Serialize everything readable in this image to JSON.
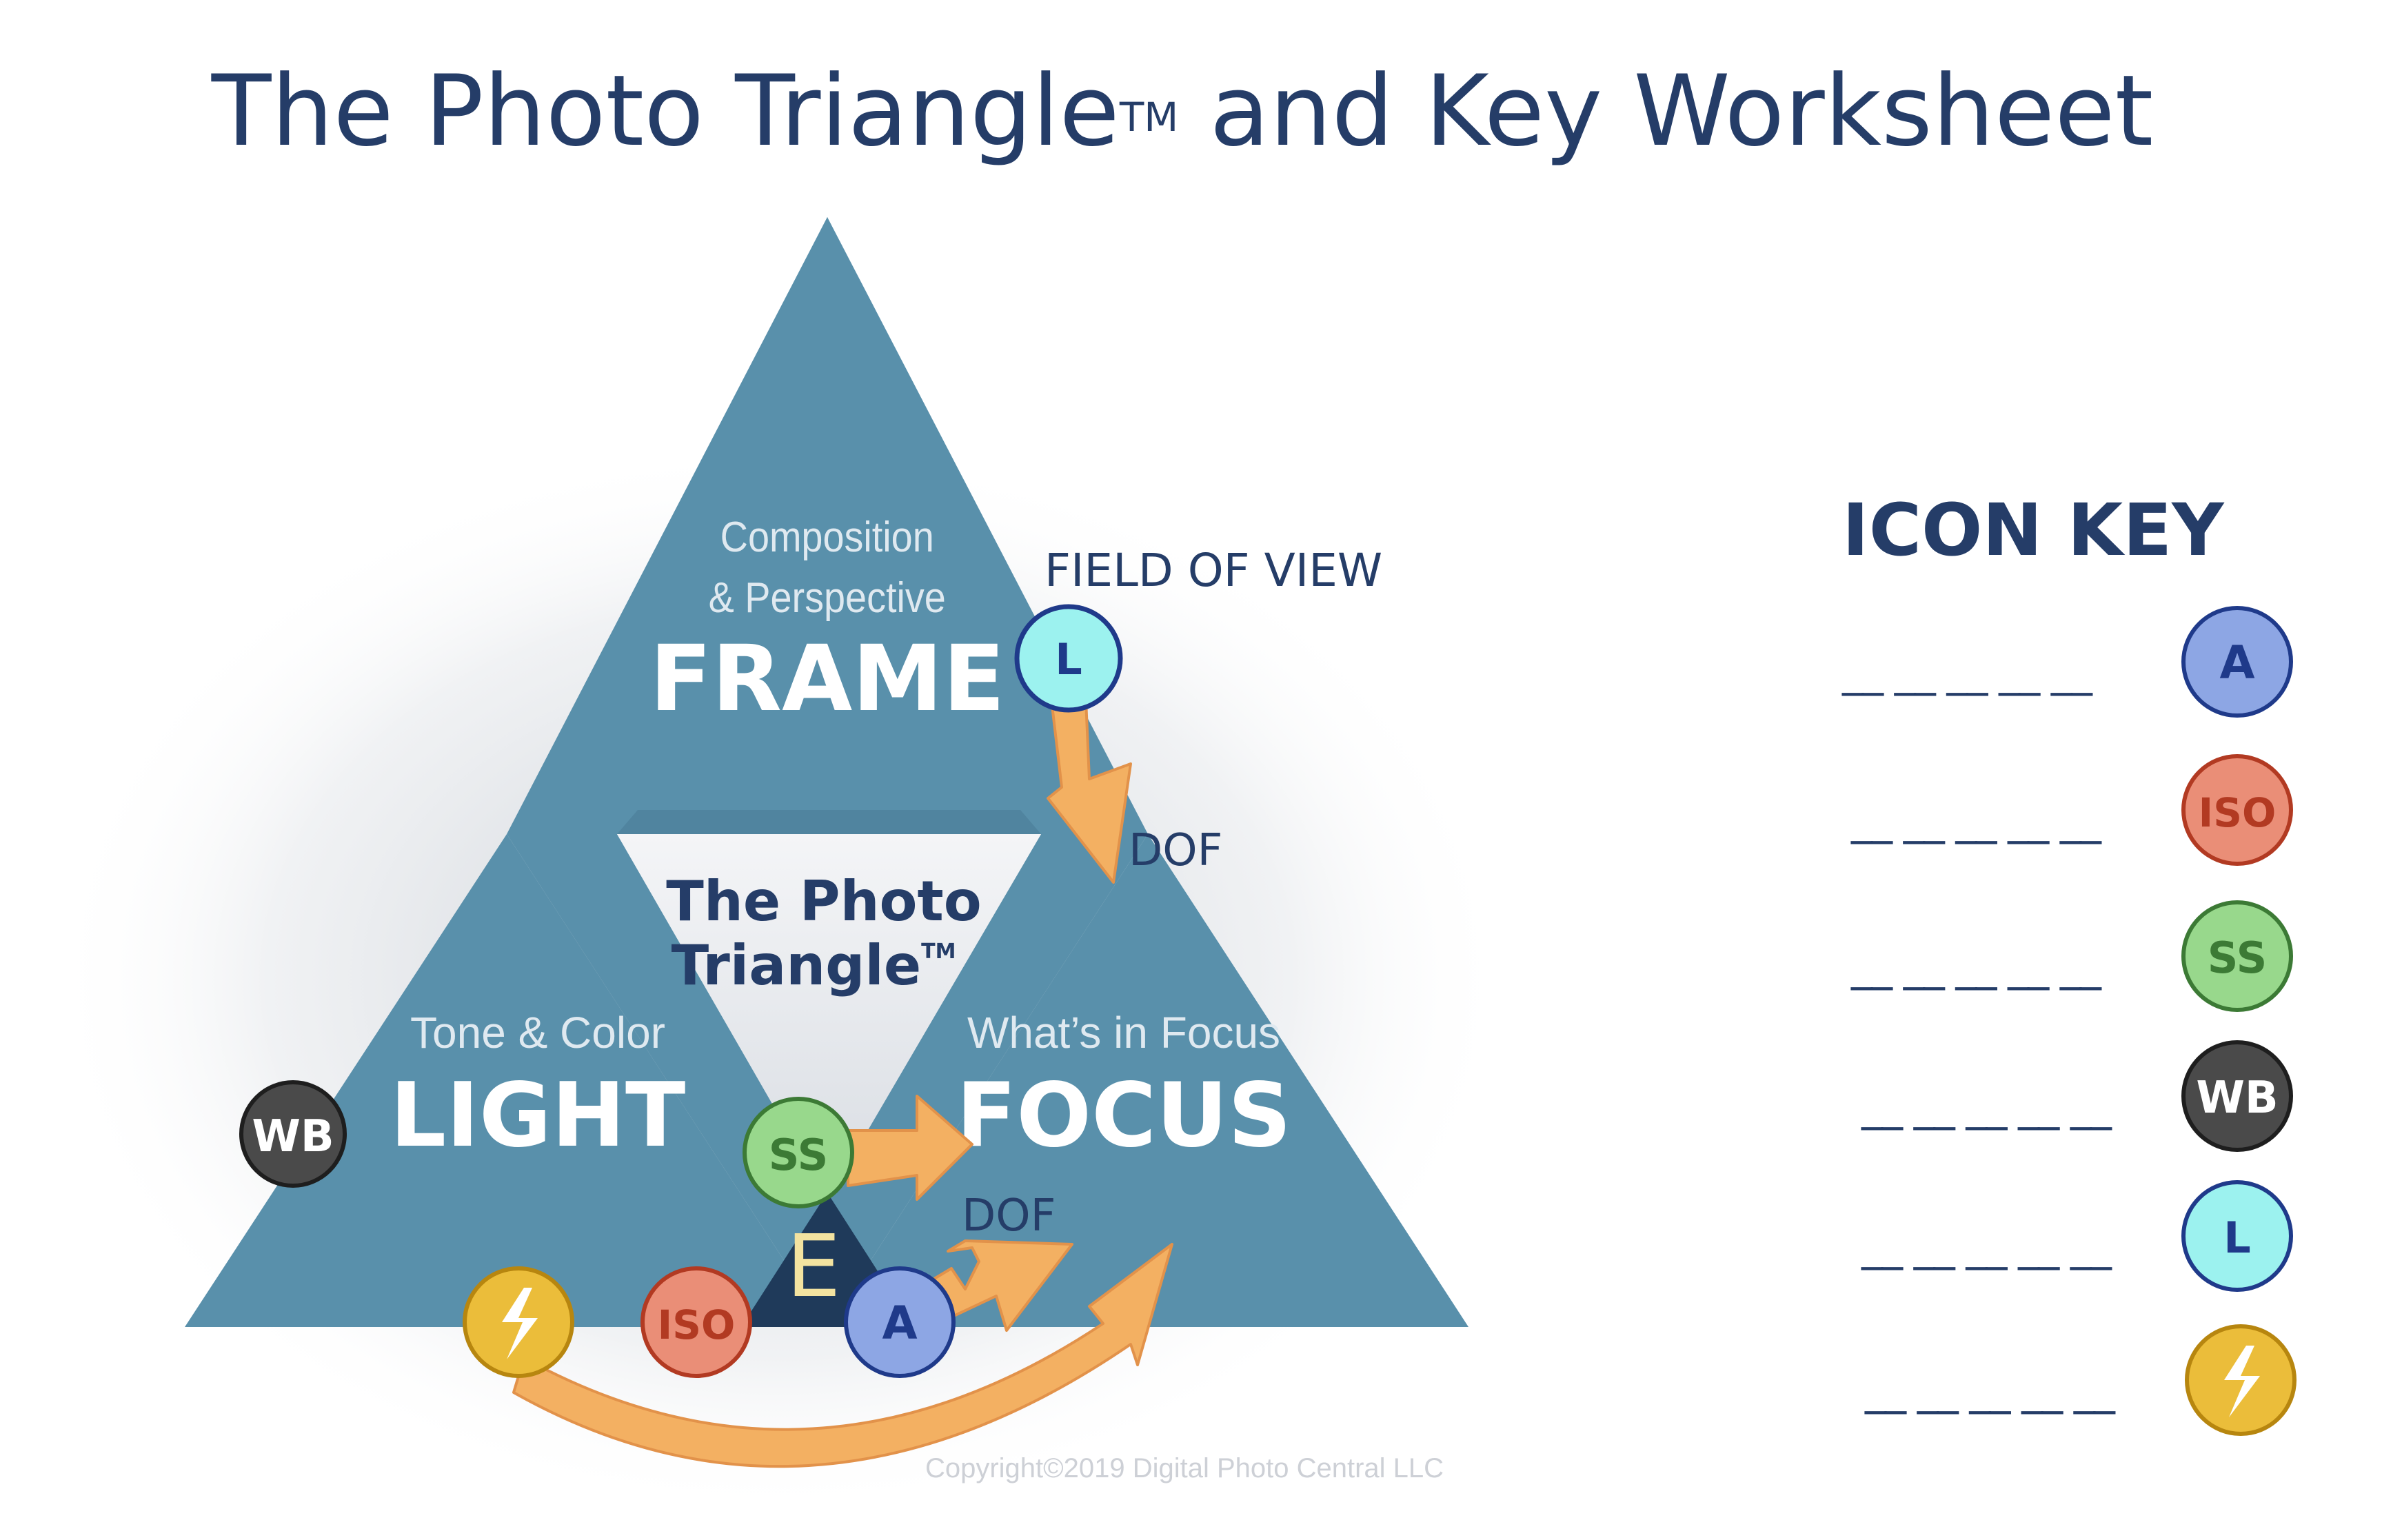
{
  "title": {
    "main": "The Photo Triangle",
    "tm": "TM",
    "rest": " and Key Worksheet"
  },
  "frame": {
    "subtitle_line1": "Composition",
    "subtitle_line2": "& Perspective",
    "label": "FRAME"
  },
  "light": {
    "subtitle": "Tone & Color",
    "label": "LIGHT"
  },
  "focus": {
    "subtitle": "What’s in Focus",
    "label": "FOCUS"
  },
  "center": {
    "line1": "The Photo",
    "line2": "Triangle",
    "tm": "TM",
    "exposure": "E"
  },
  "annotations": {
    "field_of_view": "FIELD OF VIEW",
    "dof_upper": "DOF",
    "dof_lower": "DOF"
  },
  "icons": {
    "aperture": "A",
    "iso": "ISO",
    "shutter_speed": "SS",
    "white_balance": "WB",
    "lens": "L",
    "flash": "flash-icon"
  },
  "icon_key": {
    "title": "ICON KEY",
    "rows": [
      {
        "icon": "A",
        "blank": "__ __ __ __ __"
      },
      {
        "icon": "ISO",
        "blank": "__ __ __ __ __"
      },
      {
        "icon": "SS",
        "blank": "__ __ __ __ __"
      },
      {
        "icon": "WB",
        "blank": "__ __ __ __ __"
      },
      {
        "icon": "L",
        "blank": "__ __ __ __ __"
      },
      {
        "icon": "flash-icon",
        "blank": "__ __ __ __ __"
      }
    ]
  },
  "copyright": "Copyright©2019 Digital Photo Central LLC",
  "colors": {
    "navy": "#253d68",
    "teal": "#5a8faa",
    "teal_dark": "#497d98",
    "dark_center": "#1f3a5a",
    "arrow": "#f3b062",
    "arrow_stroke": "#e2924a",
    "aperture_fill": "#8da6e4",
    "aperture_stroke": "#1f3a8a",
    "iso_fill": "#ea8e77",
    "iso_stroke": "#b23a22",
    "ss_fill": "#98d88c",
    "ss_stroke": "#3c7a35",
    "wb_fill": "#4a4a4a",
    "wb_stroke": "#1e1e1e",
    "lens_fill": "#9cf2ef",
    "lens_stroke": "#1f3a8a",
    "flash_fill": "#ebbd3a",
    "flash_stroke": "#b7860f",
    "exposure_text": "#f3e3a0"
  }
}
